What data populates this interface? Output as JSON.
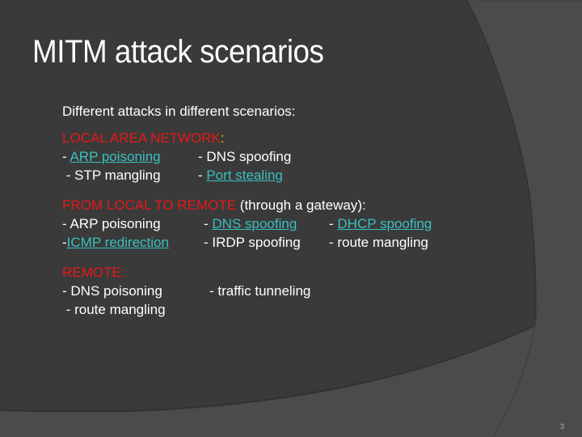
{
  "slide": {
    "title": "MITM attack scenarios",
    "page_number": "3",
    "colors": {
      "background_dark": "#3a3a3a",
      "background_light": "#4b4b4b",
      "heading_red": "#e81818",
      "link_teal": "#3bbfc0",
      "text": "#ffffff"
    },
    "intro": "Different attacks in different scenarios:",
    "sections": [
      {
        "heading": "LOCAL AREA NETWORK",
        "heading_suffix": ":",
        "rows": [
          [
            {
              "prefix": "- ",
              "text": "ARP poisoning",
              "link": true
            },
            {
              "prefix": "- ",
              "text": "DNS spoofing",
              "link": false
            }
          ],
          [
            {
              "prefix": " - ",
              "text": "STP mangling",
              "link": false
            },
            {
              "prefix": "- ",
              "text": "Port stealing",
              "link": true
            }
          ]
        ]
      },
      {
        "heading": "FROM LOCAL TO REMOTE",
        "heading_suffix": " (through a gateway):",
        "rows": [
          [
            {
              "prefix": "- ",
              "text": "ARP poisoning",
              "link": false
            },
            {
              "prefix": "- ",
              "text": "DNS spoofing",
              "link": true
            },
            {
              "prefix": "- ",
              "text": "DHCP spoofing",
              "link": true
            }
          ],
          [
            {
              "prefix": "-",
              "text": "ICMP redirection",
              "link": true
            },
            {
              "prefix": "- ",
              "text": "IRDP spoofing",
              "link": false
            },
            {
              "prefix": "- ",
              "text": "route mangling",
              "link": false
            }
          ]
        ]
      },
      {
        "heading": "REMOTE:",
        "heading_suffix": "",
        "rows": [
          [
            {
              "prefix": "- ",
              "text": "DNS poisoning",
              "link": false
            },
            {
              "prefix": "- ",
              "text": "traffic tunneling",
              "link": false
            }
          ],
          [
            {
              "prefix": " - ",
              "text": "route mangling",
              "link": false
            }
          ]
        ]
      }
    ]
  }
}
